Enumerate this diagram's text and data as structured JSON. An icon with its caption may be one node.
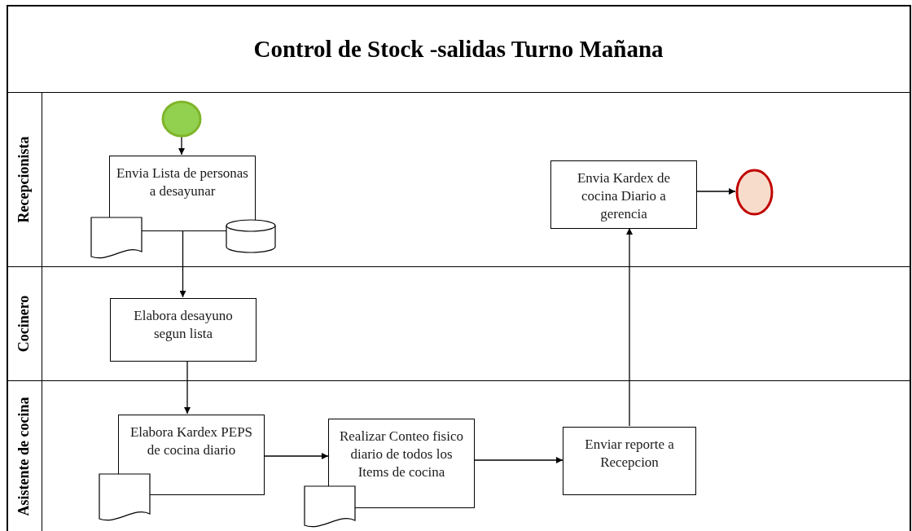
{
  "diagram": {
    "title": "Control de Stock -salidas Turno Mañana",
    "nodes": [
      {
        "text": [
          "Recepcionista"
        ]
      },
      {
        "text": [
          "Cocinero"
        ]
      },
      {
        "text": [
          "Asistente de cocina"
        ]
      },
      {
        "text": [],
        "shape": "circle",
        "in": 0
      },
      {
        "text": [
          "Envia Lista de personas a desayunar"
        ],
        "in": 0
      },
      {
        "text": [],
        "shape": "document",
        "in": 0
      },
      {
        "text": [],
        "shape": "cylinder",
        "in": 0
      },
      {
        "text": [
          "Envia Kardex de cocina Diario a gerencia"
        ],
        "in": 0
      },
      {
        "text": [],
        "shape": "circle",
        "in": 0
      },
      {
        "text": [
          "Elabora desayuno segun lista"
        ],
        "in": 1
      },
      {
        "text": [
          "Elabora Kardex PEPS de cocina diario"
        ],
        "in": 2
      },
      {
        "text": [],
        "shape": "document",
        "in": 2
      },
      {
        "text": [
          "Realizar Conteo fisico diario de todos los Items de cocina"
        ],
        "in": 2
      },
      {
        "text": [],
        "shape": "document",
        "in": 2
      },
      {
        "text": [
          "Enviar reporte a Recepcion"
        ],
        "in": 2
      }
    ],
    "edges": [
      {
        "from": 3,
        "to": 4,
        "arrow": "to"
      },
      {
        "from": 4,
        "to": 9,
        "arrow": "to"
      },
      {
        "from": 9,
        "to": 10,
        "arrow": "to"
      },
      {
        "from": 10,
        "to": 12,
        "arrow": "to"
      },
      {
        "from": 12,
        "to": 14,
        "arrow": "to"
      },
      {
        "from": 14,
        "to": 7,
        "arrow": "to"
      },
      {
        "from": 7,
        "to": 8,
        "arrow": "to"
      }
    ]
  }
}
